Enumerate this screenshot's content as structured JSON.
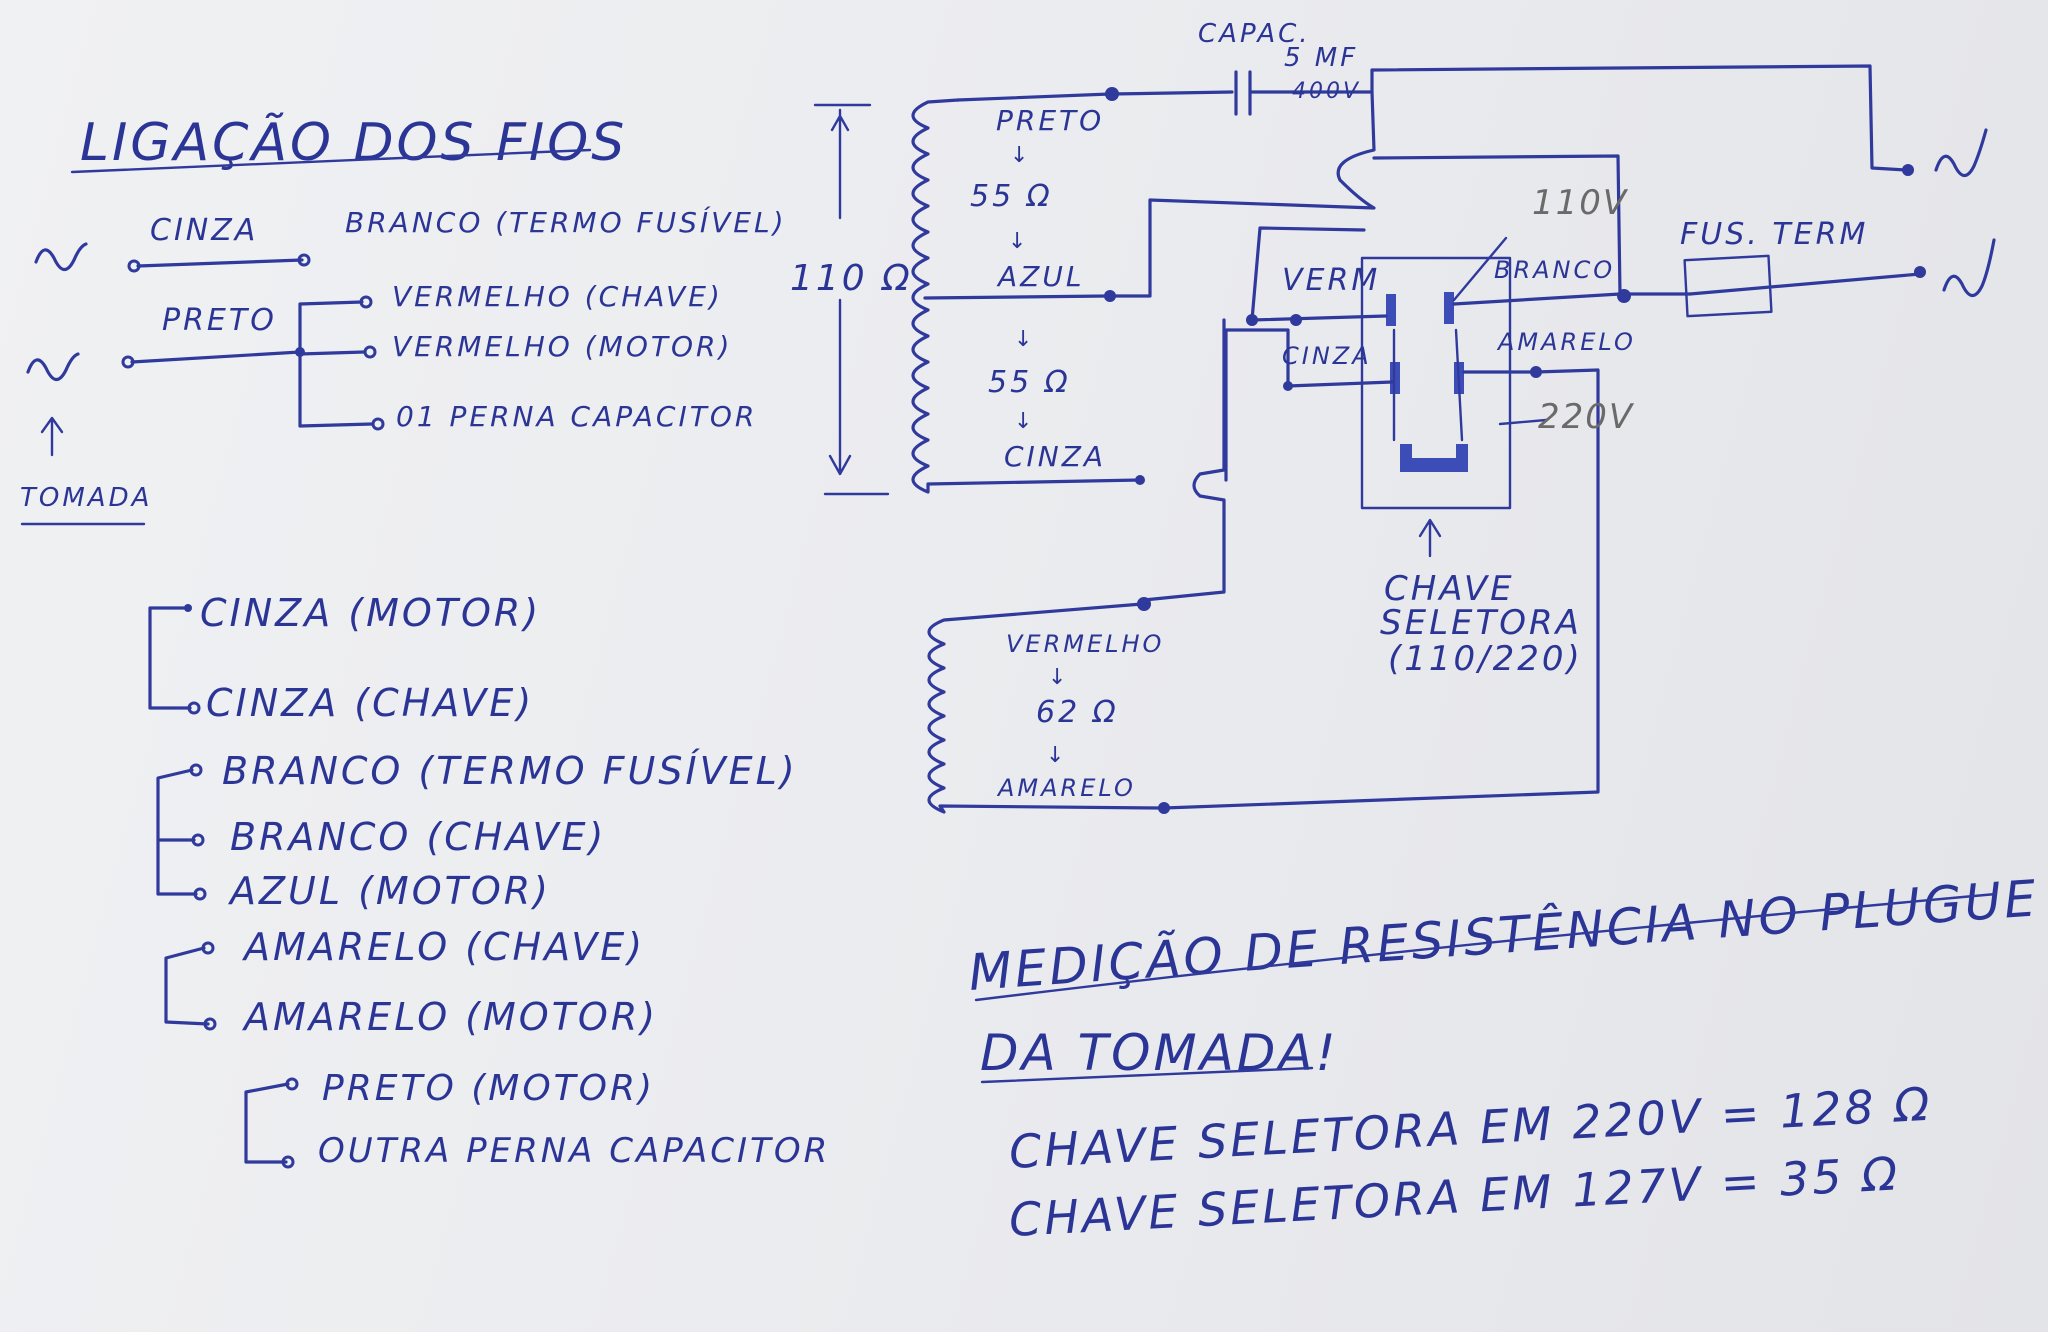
{
  "notes": {
    "title": "LIGAÇÃO DOS FIOS",
    "outlet_wires": {
      "top_wire_left": "CINZA",
      "top_wire_right": "BRANCO (TERMO FUSÍVEL)",
      "bottom_wire": "PRETO",
      "branches": [
        "VERMELHO (CHAVE)",
        "VERMELHO (MOTOR)",
        "01 PERNA CAPACITOR"
      ],
      "tomada_label": "TOMADA"
    },
    "groups": [
      [
        "CINZA (MOTOR)",
        "CINZA (CHAVE)"
      ],
      [
        "BRANCO (TERMO FUSÍVEL)",
        "BRANCO (CHAVE)",
        "AZUL (MOTOR)"
      ],
      [
        "AMARELO (CHAVE)",
        "AMARELO (MOTOR)"
      ],
      [
        "PRETO (MOTOR)",
        "OUTRA PERNA CAPACITOR"
      ]
    ]
  },
  "diagram": {
    "capacitor": {
      "label": "CAPAC.",
      "value": "5 MF",
      "voltage": "400V"
    },
    "winding1": {
      "top": "PRETO",
      "r1": "55 Ω",
      "mid": "AZUL",
      "r2": "55 Ω",
      "bottom": "CINZA"
    },
    "winding_span": "110 Ω",
    "winding2": {
      "top": "VERMELHO",
      "r": "62 Ω",
      "bottom": "AMARELO"
    },
    "switch": {
      "left_top": "VERM",
      "left_bottom": "CINZA",
      "right_top": "BRANCO",
      "right_bottom": "AMARELO",
      "v110": "110V",
      "v220": "220V",
      "caption1": "CHAVE",
      "caption2": "SELETORA",
      "caption3": "(110/220)"
    },
    "fuse": "FUS. TERM"
  },
  "measurement": {
    "title": "MEDIÇÃO DE RESISTÊNCIA NO PLUGUE",
    "title2": "DA TOMADA!",
    "line1": "CHAVE SELETORA EM 220V = 128 Ω",
    "line2": "CHAVE SELETORA EM 127V = 35 Ω"
  },
  "colors": {
    "ink": "#2f3a9c",
    "paper": "#eceef1"
  }
}
